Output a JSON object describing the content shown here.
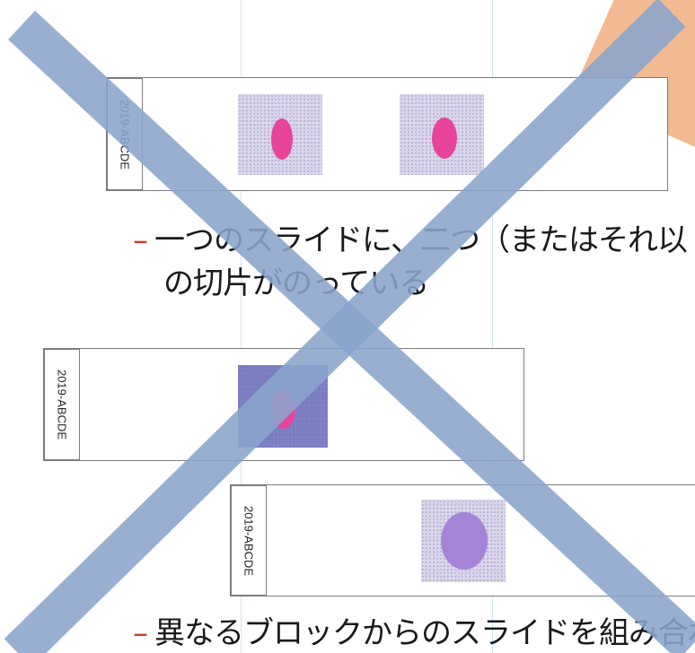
{
  "slides": [
    {
      "label": "2019-ABCDE"
    },
    {
      "label": "2019-ABCDE"
    },
    {
      "label": "2019-ABCDE"
    }
  ],
  "bullets": {
    "first_line1": "一つのスライドに、二つ（またはそれ以",
    "first_line2": "の切片がのっている",
    "second_line1": "異なるブロックからのスライドを組み合わ",
    "dash": "–"
  },
  "colors": {
    "cross": "#8aa4cc",
    "tissue_pink": "#e8449a",
    "tissue_violet": "#a484d6",
    "bullet_dash": "#d23a2a"
  }
}
